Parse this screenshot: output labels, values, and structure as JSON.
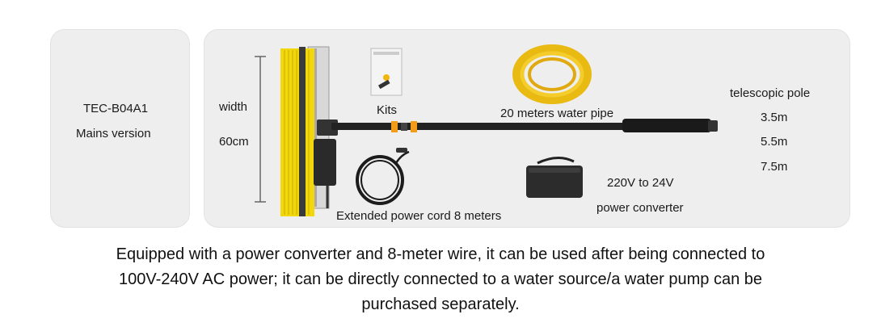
{
  "model": {
    "name": "TEC-B04A1",
    "version": "Mains version"
  },
  "labels": {
    "width": "width",
    "width_value": "60cm",
    "kits": "Kits",
    "water_pipe": "20 meters water pipe",
    "telescopic_title": "telescopic pole",
    "pole_lengths": [
      "3.5m",
      "5.5m",
      "7.5m"
    ],
    "converter_line1": "220V to 24V",
    "converter_line2": "power converter",
    "power_cord": "Extended power cord 8 meters"
  },
  "description": {
    "line1": "Equipped with a power converter and 8-meter wire, it can be used after being connected to",
    "line2": "100V-240V AC power; it can be directly connected to a water source/a water pump can be",
    "line3": "purchased separately."
  }
}
